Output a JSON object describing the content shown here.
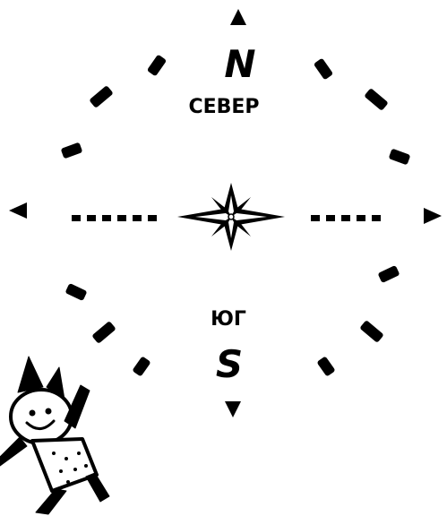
{
  "compass": {
    "north_letter": "N",
    "north_word": "СЕВЕР",
    "south_word": "ЮГ",
    "south_letter": "S"
  },
  "icons": {
    "center": "compass-rose-icon",
    "character": "cartoon-character"
  },
  "colors": {
    "ink": "#000000",
    "background": "#ffffff"
  }
}
